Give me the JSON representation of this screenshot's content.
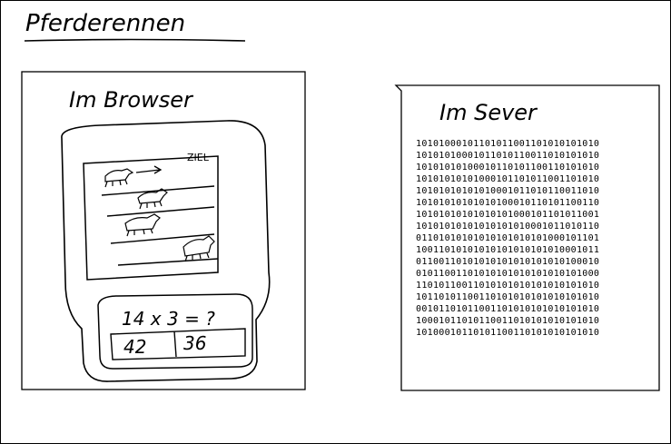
{
  "title": "Pferderennen",
  "browser": {
    "heading": "Im Browser",
    "finish_label": "ZIEL",
    "question": "14 x 3 = ?",
    "answers": [
      "42",
      "36"
    ]
  },
  "server": {
    "heading": "Im Sever",
    "binary_lines": [
      "10101000101101011001101010101010",
      "10101010001011010110011010101010",
      "10101010100010110101100110101010",
      "10101010101000101101011001101010",
      "10101010101010001011010110011010",
      "10101010101010100010110101100110",
      "10101010101010101000101101011001",
      "10101010101010101010001011010110",
      "01101010101010101010101000101101",
      "10011010101010101010101010001011",
      "01100110101010101010101010100010",
      "01011001101010101010101010101000",
      "11010110011010101010101010101010",
      "10110101100110101010101010101010",
      "00101101011001101010101010101010",
      "10001011010110011010101010101010",
      "10100010110101100110101010101010"
    ]
  }
}
